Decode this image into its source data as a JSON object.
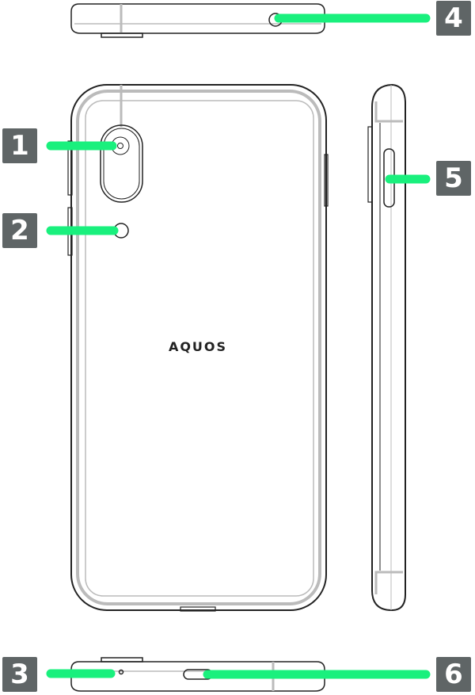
{
  "brand_text": "AQUOS",
  "callouts": [
    {
      "number": "1",
      "part": "camera"
    },
    {
      "number": "2",
      "part": "flash"
    },
    {
      "number": "3",
      "part": "microphone"
    },
    {
      "number": "4",
      "part": "headphone-jack"
    },
    {
      "number": "5",
      "part": "side-button"
    },
    {
      "number": "6",
      "part": "usb-port"
    }
  ],
  "colors": {
    "badge": "#5f6566",
    "leader": "#19f07d",
    "outline": "#222222",
    "frame": "#bdbdbd"
  }
}
